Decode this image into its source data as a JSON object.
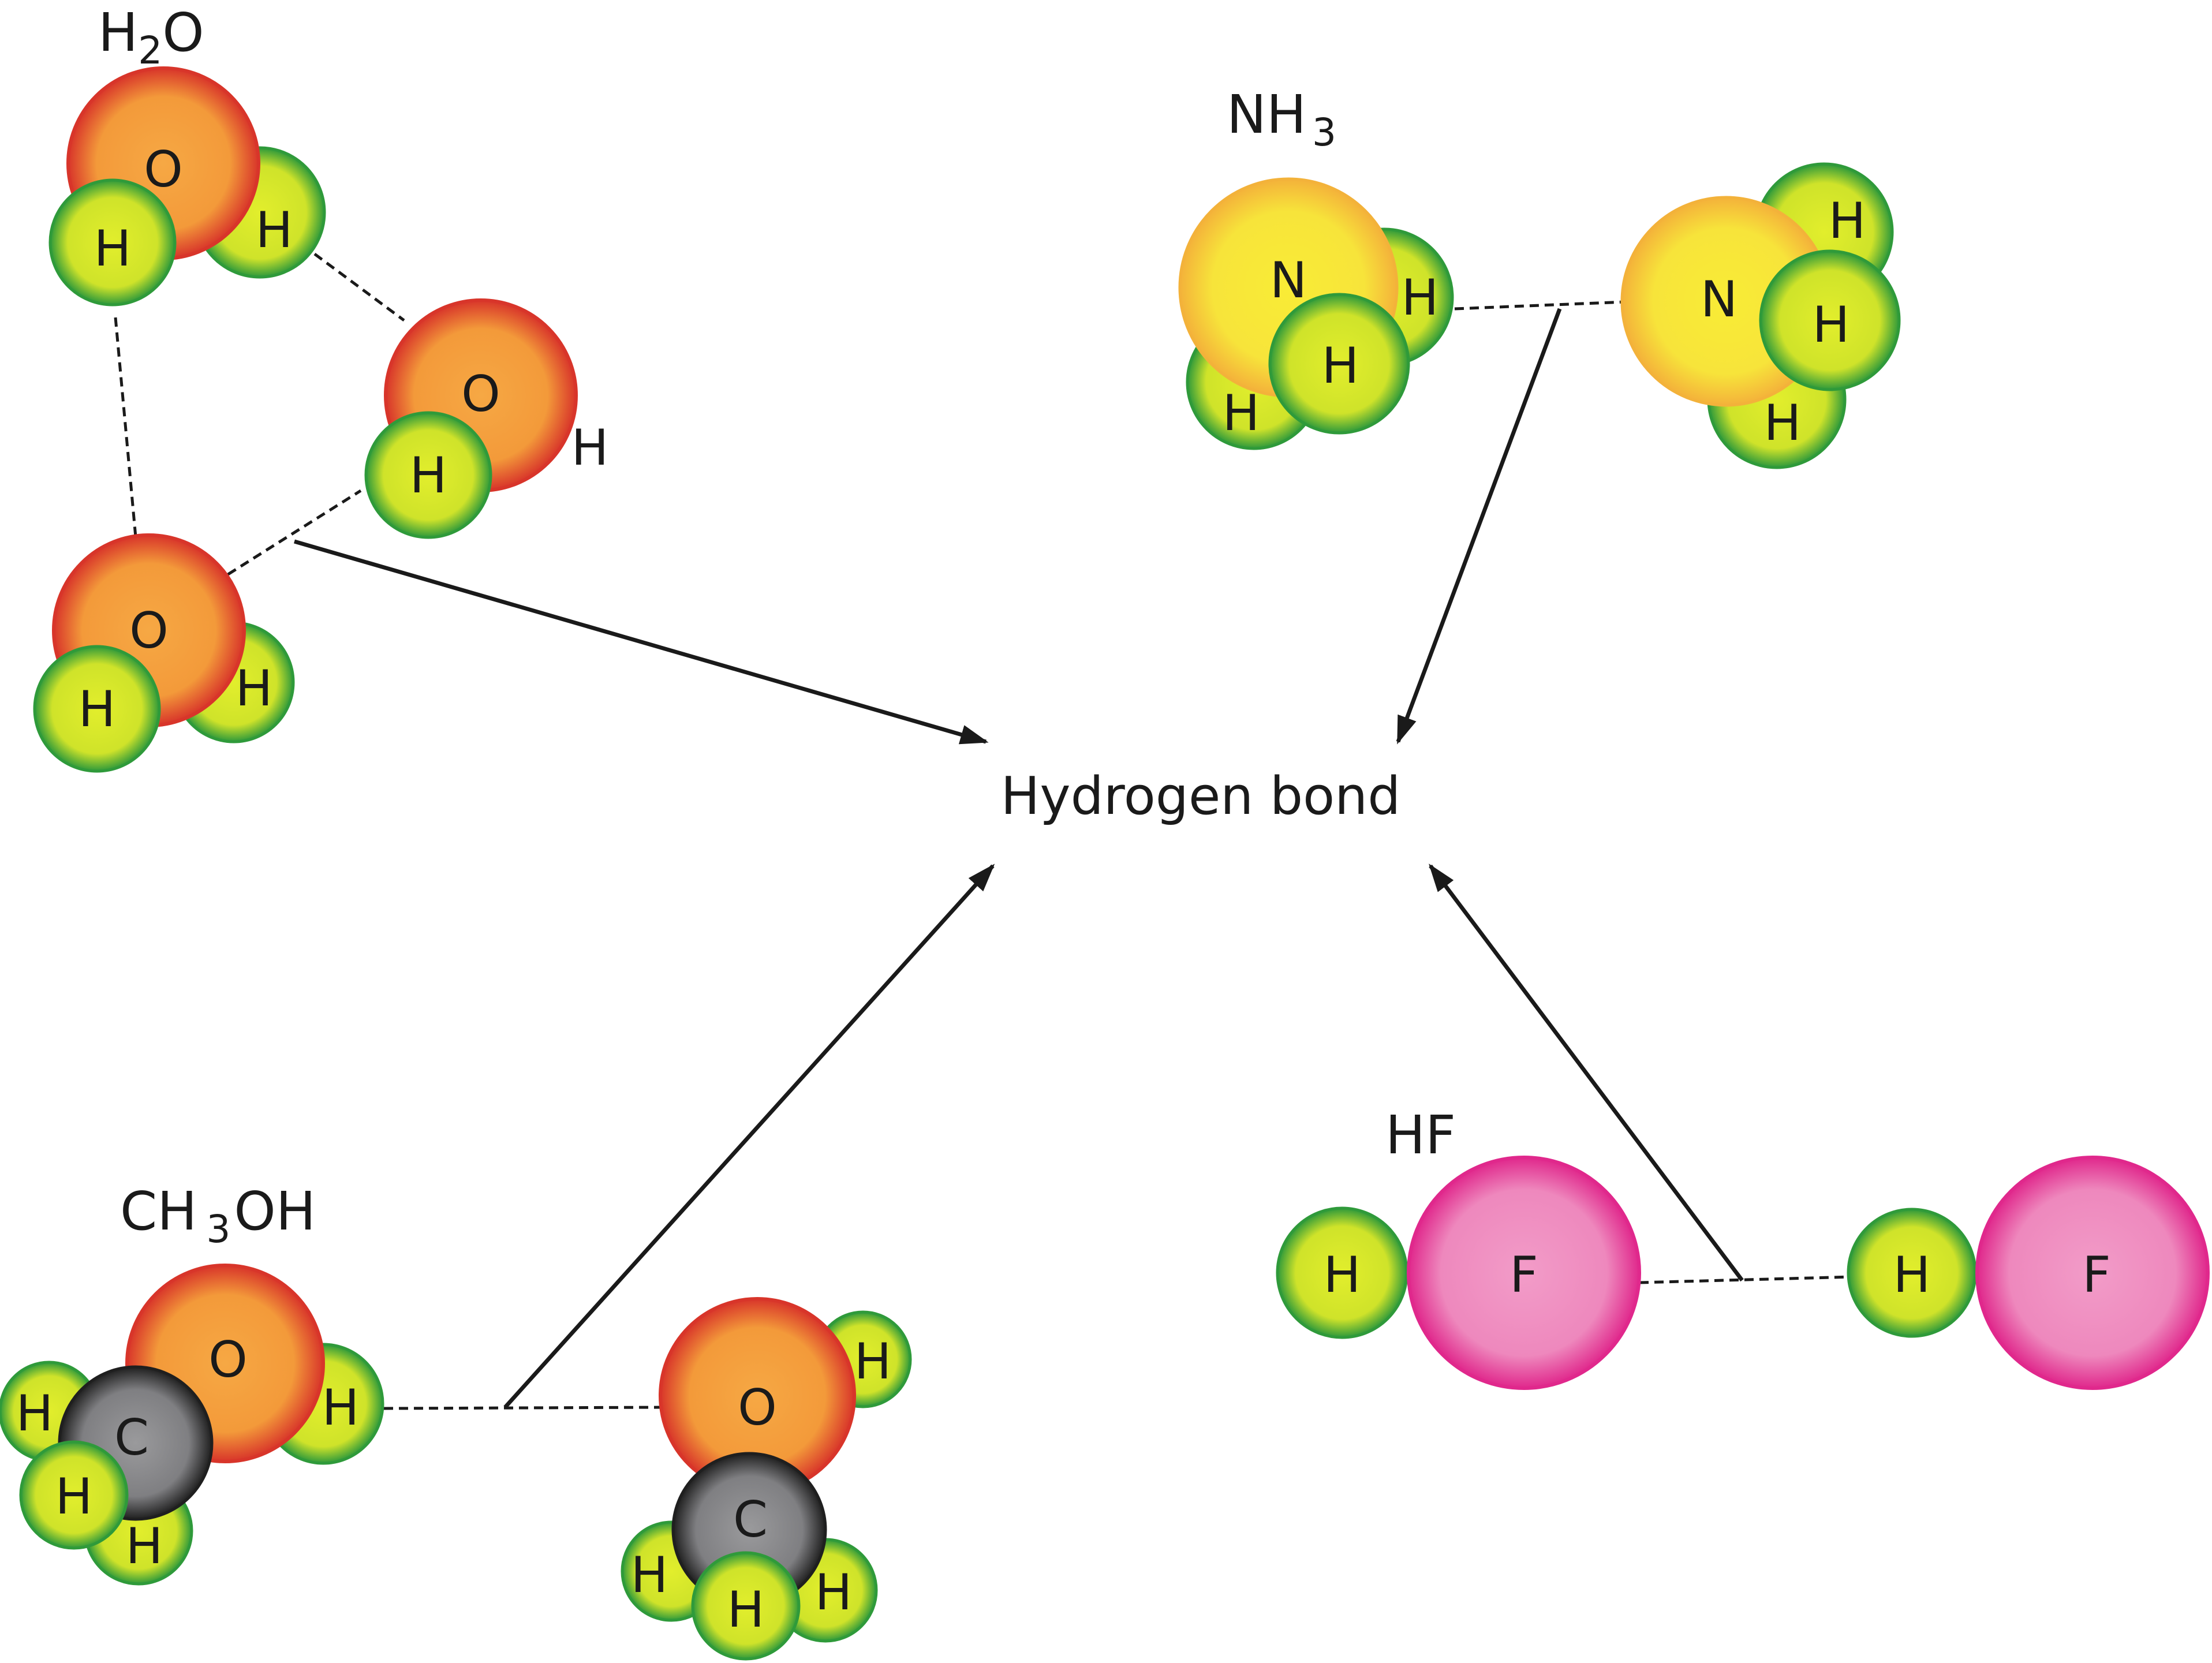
{
  "center_label": "Hydrogen bond",
  "molecules": {
    "water": {
      "formula": {
        "main": "H",
        "sub": "2",
        "tail": "O"
      },
      "stray_h_label": "H"
    },
    "ammonia": {
      "formula": {
        "main": "NH",
        "sub": "3",
        "tail": ""
      }
    },
    "methanol": {
      "formula": {
        "main": "CH",
        "sub": "3",
        "tail": "OH"
      }
    },
    "hydrogen_fluoride": {
      "formula": {
        "main": "HF",
        "sub": "",
        "tail": ""
      }
    }
  },
  "atoms": {
    "H": "H",
    "O": "O",
    "N": "N",
    "C": "C",
    "F": "F"
  },
  "colors": {
    "oxygen": "#f39a3a",
    "oxygen_edge": "#d8352a",
    "hydrogen": "#d6e82a",
    "hydrogen_edge": "#2f9a3a",
    "nitrogen": "#f7e83a",
    "nitrogen_edge": "#f3b23a",
    "carbon": "#8c8c8e",
    "carbon_edge": "#1f1f1f",
    "fluorine": "#f08cc0",
    "fluorine_edge": "#e0288c"
  }
}
